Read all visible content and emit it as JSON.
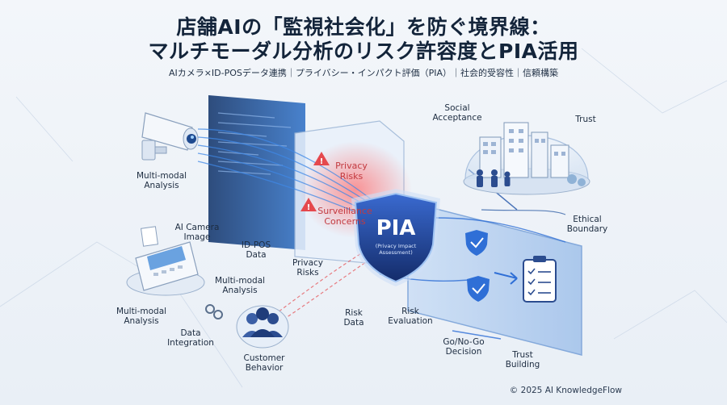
{
  "header": {
    "title_line1": "店舗AIの「監視社会化」を防ぐ境界線：",
    "title_line2": "マルチモーダル分析のリスク許容度とPIA活用",
    "subtitle": "AIカメラ×ID-POSデータ連携｜プライバシー・インパクト評価（PIA）｜社会的受容性｜信頼構築"
  },
  "labels": {
    "multimodal_analysis_top": "Multi-modal\nAnalysis",
    "ai_camera_image": "AI Camera\nImage",
    "id_pos_data": "ID-POS\nData",
    "multimodal_analysis_mid": "Multi-modal\nAnalysis",
    "multimodal_analysis_left": "Multi-modal\nAnalysis",
    "data_integration": "Data\nIntegration",
    "customer_behavior": "Customer\nBehavior",
    "privacy_risks_warning": "Privacy\nRisks",
    "surveillance_concerns": "Surveillance\nConcerns",
    "privacy_risks": "Privacy\nRisks",
    "risk_data": "Risk\nData",
    "risk_evaluation": "Risk\nEvaluation",
    "go_no_go": "Go/No-Go\nDecision",
    "trust_building": "Trust\nBuilding",
    "social_acceptance": "Social\nAcceptance",
    "trust": "Trust",
    "ethical_boundary": "Ethical\nBoundary",
    "pia_title": "PIA",
    "pia_subtitle": "(Privacy Impact\nAssessment)"
  },
  "footer": {
    "copyright": "© 2025 AI KnowledgeFlow"
  },
  "colors": {
    "accent_blue": "#2f6fd6",
    "shield_dark": "#1f3f8a",
    "warning_red": "#e5484d",
    "check_green": "#2e9a5a"
  }
}
